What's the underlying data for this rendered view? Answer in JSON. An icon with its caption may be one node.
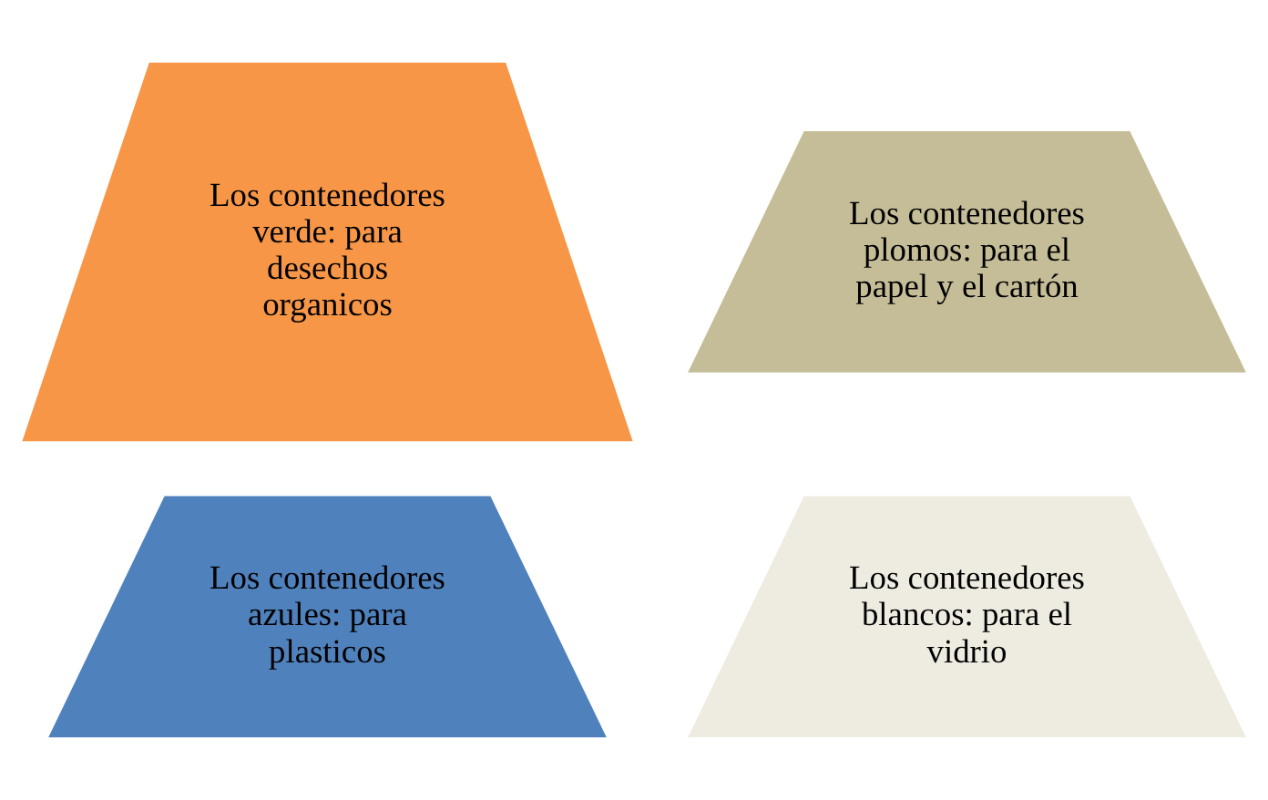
{
  "diagram": {
    "nodes": [
      {
        "text": [
          "Los contenedores verde: para desechos organicos"
        ]
      },
      {
        "text": [
          "Los contenedores plomos: para el papel y el cartón"
        ]
      },
      {
        "text": [
          "Los contenedores azules: para plasticos"
        ]
      },
      {
        "text": [
          "Los contenedores blancos: para el vidrio"
        ]
      }
    ]
  }
}
